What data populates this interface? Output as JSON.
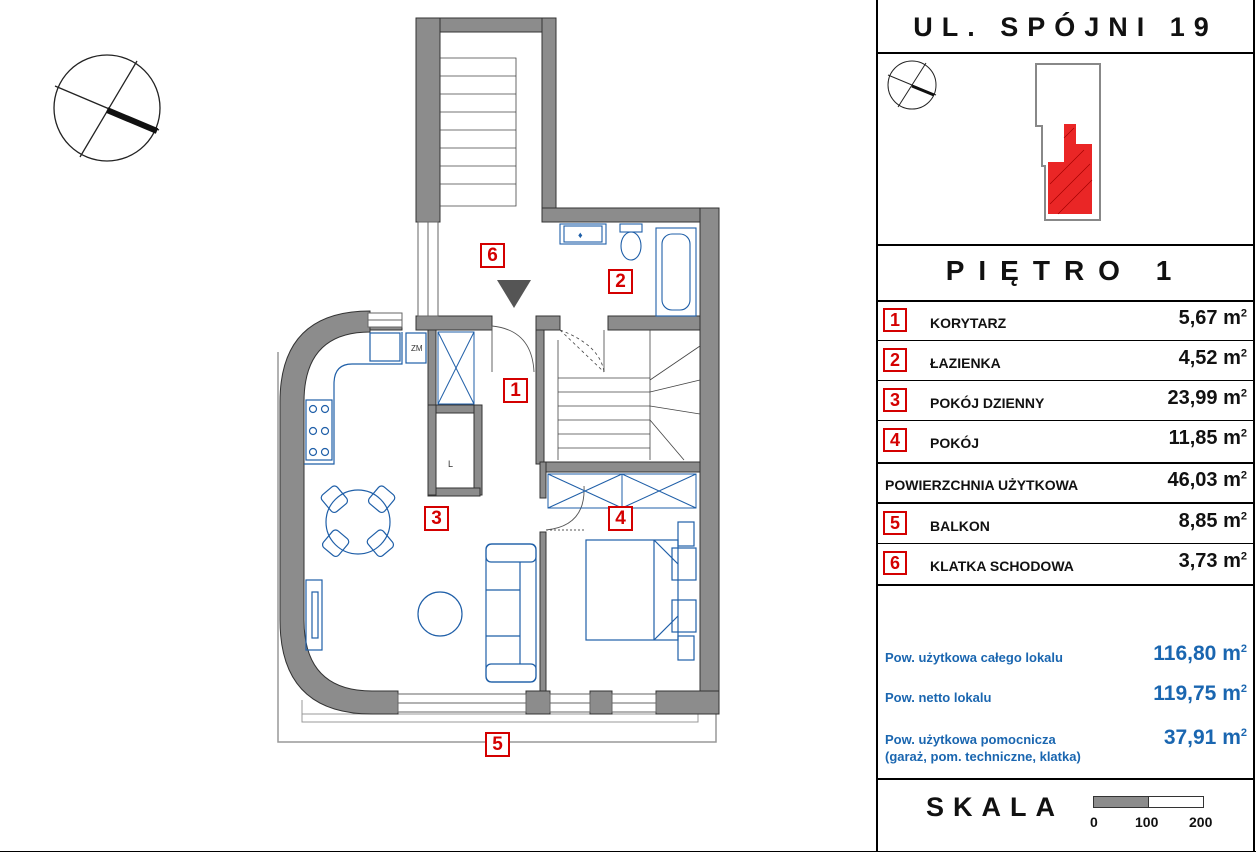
{
  "address": "UL. SPÓJNI 19",
  "floor_label": "PIĘTRO 1",
  "rooms": [
    {
      "num": "1",
      "name": "KORYTARZ",
      "area": "5,67 m",
      "unit_sup": "2"
    },
    {
      "num": "2",
      "name": "ŁAZIENKA",
      "area": "4,52 m",
      "unit_sup": "2"
    },
    {
      "num": "3",
      "name": "POKÓJ DZIENNY",
      "area": "23,99 m",
      "unit_sup": "2"
    },
    {
      "num": "4",
      "name": "POKÓJ",
      "area": "11,85 m",
      "unit_sup": "2"
    }
  ],
  "usable_total": {
    "name": "POWIERZCHNIA UŻYTKOWA",
    "area": "46,03 m",
    "unit_sup": "2"
  },
  "extra_rooms": [
    {
      "num": "5",
      "name": "BALKON",
      "area": "8,85 m",
      "unit_sup": "2"
    },
    {
      "num": "6",
      "name": "KLATKA SCHODOWA",
      "area": "3,73 m",
      "unit_sup": "2"
    }
  ],
  "summary": [
    {
      "label": "Pow. użytkowa całego lokalu",
      "value": "116,80 m",
      "unit_sup": "2"
    },
    {
      "label": "Pow. netto lokalu",
      "value": "119,75 m",
      "unit_sup": "2"
    },
    {
      "label": "Pow. użytkowa pomocnicza",
      "label2": "(garaż, pom. techniczne, klatka)",
      "value": "37,91 m",
      "unit_sup": "2"
    }
  ],
  "scale": {
    "title": "SKALA",
    "ticks": [
      "0",
      "100",
      "200"
    ]
  },
  "plan_labels": {
    "r1": "1",
    "r2": "2",
    "r3": "3",
    "r4": "4",
    "r5": "5",
    "r6": "6",
    "fridge": "ZM",
    "wardrobe": "L"
  },
  "colors": {
    "accent_red": "#d40000",
    "wall_gray": "#8c8c8c",
    "furniture_blue": "#1f5fa8",
    "summary_blue": "#1a66b0",
    "highlight_red": "#e60000"
  }
}
